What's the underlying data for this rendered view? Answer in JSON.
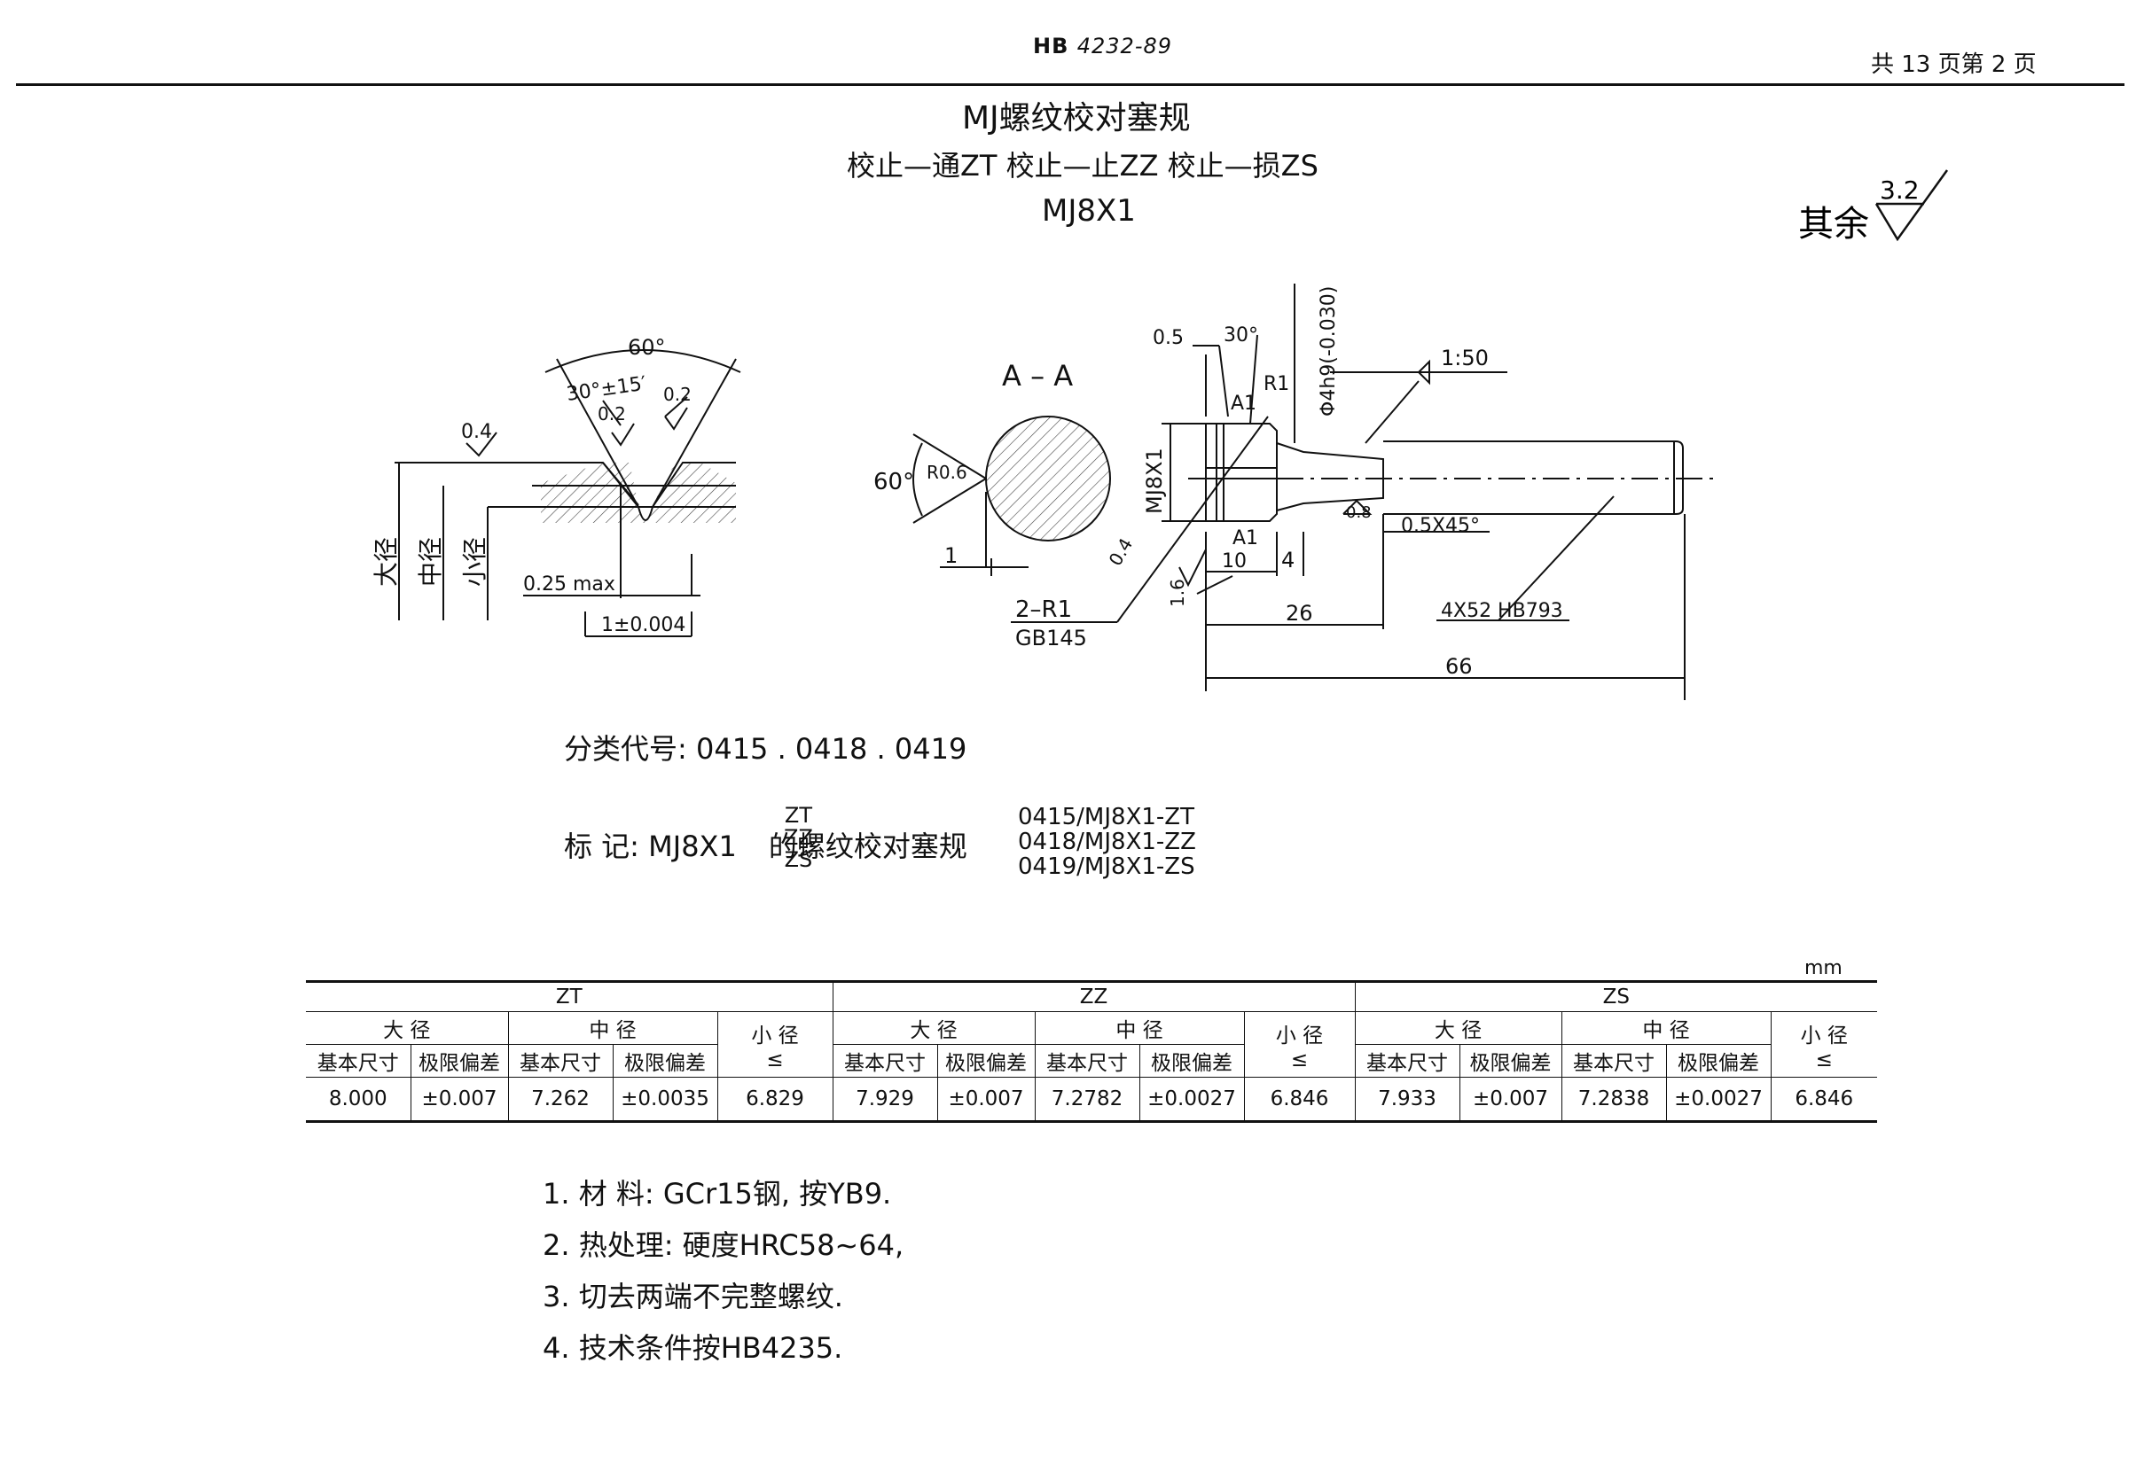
{
  "header": {
    "standard_prefix": "HB",
    "standard_number": "4232-89",
    "page_info": "共 13 页第 2 页"
  },
  "title": {
    "line1": "MJ螺纹校对塞规",
    "line2": "校止—通ZT  校止—止ZZ  校止—损ZS",
    "line3": "MJ8X1"
  },
  "roughness": {
    "label": "其余",
    "value": "3.2"
  },
  "drawing_labels": {
    "angle_60": "60°",
    "half_angle": "30°±15′",
    "rough_02a": "0.2",
    "rough_02b": "0.2",
    "rough_04": "0.4",
    "major_dia": "大径",
    "pitch_dia": "中径",
    "minor_dia": "小径",
    "max_025": "0.25 max",
    "pitch_tol": "1±0.004",
    "section": "A – A",
    "section_angle": "60°",
    "r06": "R0.6",
    "dim_1": "1",
    "two_r1": "2–R1",
    "gb145": "GB145",
    "d05": "0.5",
    "d30": "30°",
    "phi4": "Φ4h9(-0.030)",
    "taper": "1:50",
    "a1_top": "A1",
    "r1": "R1",
    "mj8x1": "MJ8X1",
    "a1_bot": "A1",
    "r08": "0.8",
    "chamfer": "0.5X45°",
    "rough_04b": "0.4",
    "rough_16": "1.6",
    "d10": "10",
    "d4": "4",
    "d26": "26",
    "d66": "66",
    "knurl": "4X52 HB793"
  },
  "classification": {
    "label": "分类代号:",
    "codes": "0415 . 0418 . 0419"
  },
  "marking": {
    "label": "标     记:",
    "prefix": "MJ8X1",
    "stack": [
      "ZT",
      "ZZ",
      "ZS"
    ],
    "suffix": "的螺纹校对塞规",
    "codes": [
      "0415/MJ8X1-ZT",
      "0418/MJ8X1-ZZ",
      "0419/MJ8X1-ZS"
    ]
  },
  "table": {
    "unit": "mm",
    "groups": [
      "ZT",
      "ZZ",
      "ZS"
    ],
    "sub_headers": {
      "major": "大  径",
      "pitch": "中  径",
      "minor": "小  径",
      "basic": "基本尺寸",
      "limit": "极限偏差",
      "leq": "≤"
    },
    "row": [
      "8.000",
      "±0.007",
      "7.262",
      "±0.0035",
      "6.829",
      "7.929",
      "±0.007",
      "7.2782",
      "±0.0027",
      "6.846",
      "7.933",
      "±0.007",
      "7.2838",
      "±0.0027",
      "6.846"
    ]
  },
  "notes": [
    "1.  材    料: GCr15钢, 按YB9.",
    "2.  热处理: 硬度HRC58~64,",
    "3.  切去两端不完整螺纹.",
    "4.  技术条件按HB4235."
  ]
}
